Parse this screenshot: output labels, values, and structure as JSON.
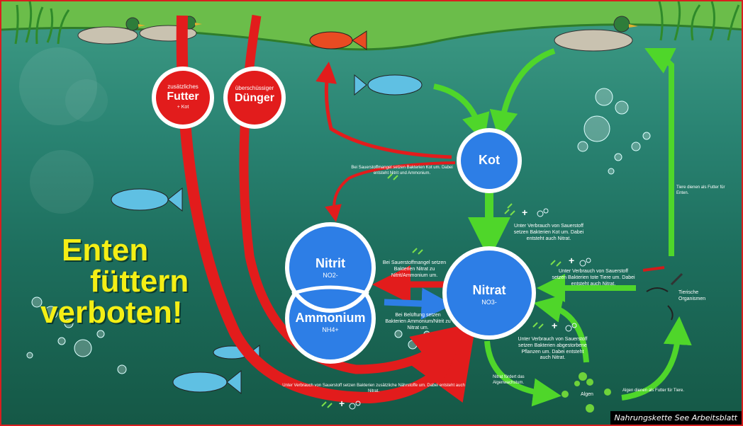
{
  "colors": {
    "water_top": "#3f9c86",
    "water_bottom": "#155846",
    "node_blue": "#2d7ee6",
    "node_red": "#e21c1c",
    "flow_red": "#e21c1c",
    "flow_green": "#4fd62a",
    "flow_blue": "#2d7ee6",
    "headline_yellow": "#f4ef15",
    "grass": "#3aa62a"
  },
  "nodes": {
    "futter": {
      "small": "zusätzliches",
      "title": "Futter",
      "sub": "+ Kot"
    },
    "duenger": {
      "small": "überschüssiger",
      "title": "Dünger"
    },
    "kot": {
      "title": "Kot"
    },
    "nitrit": {
      "title": "Nitrit",
      "formula": "NO2-"
    },
    "ammonium": {
      "title": "Ammonium",
      "formula": "NH4+"
    },
    "nitrat": {
      "title": "Nitrat",
      "formula": "NO3-"
    }
  },
  "notes": {
    "kot_to_nitrat": "Unter Verbrauch von Sauerstoff setzen Bakterien Kot um. Dabei entsteht auch Nitrat.",
    "tiere_to_nitrat": "Unter Verbrauch von Sauerstoff setzen Bakterien tote Tiere um. Dabei entsteht auch Nitrat.",
    "pflanzen_to_nitrat": "Unter Verbrauch von Sauerstoff setzen Bakterien abgestorbene Pflanzen um. Dabei entsteht auch Nitrat.",
    "sauerstoffmangel": "Bei Sauerstoffmangel setzen Bakterien Nitrat zu Nitrit/Ammonium um.",
    "belueftung": "Bei Belüftung setzen Bakterien Ammonium/Nitrit zu Nitrat um.",
    "tiernahrung": "Tiere dienen als Futter für Enten.",
    "algennahrung": "Algen dienen als Futter für Tiere.",
    "nitrat_algen": "Nitrat fördert das Algenwachstum.",
    "kot_nitrit": "Bei Sauerstoffmangel setzen Bakterien Kot um. Dabei entsteht Nitrit und Ammonium.",
    "futter_bottom": "Unter Verbrauch von Sauerstoff setzen Bakterien zusätzliche Nährstoffe um. Dabei entsteht auch Nitrat."
  },
  "labels": {
    "algen": "Algen",
    "tierische_organismen": "Tierische Organismen",
    "plus": "+"
  },
  "headline": {
    "line1": "Enten",
    "line2": "füttern",
    "line3": "verboten!"
  },
  "footer": "Nahrungskette See Arbeitsblatt"
}
